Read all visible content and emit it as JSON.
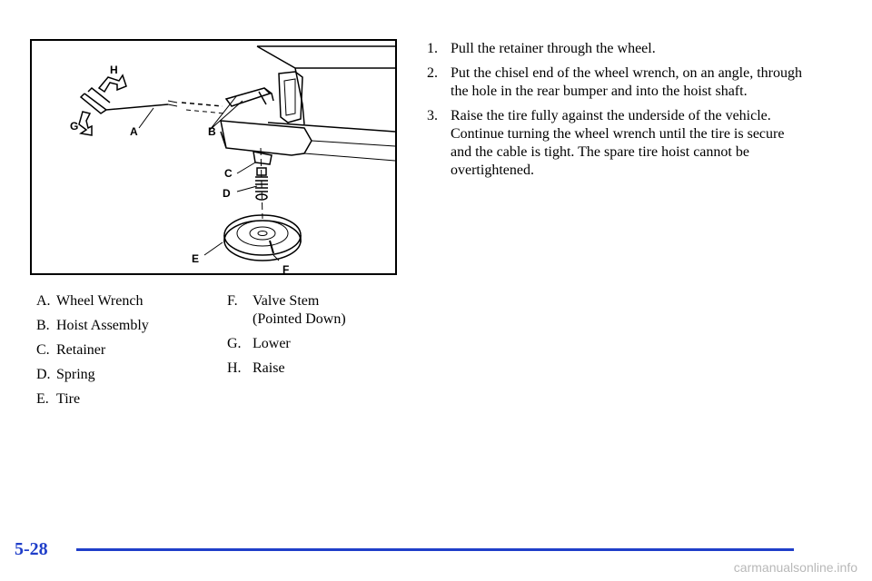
{
  "figure": {
    "labels": {
      "a": "A",
      "b": "B",
      "c": "C",
      "d": "D",
      "e": "E",
      "f": "F",
      "g": "G",
      "h": "H"
    }
  },
  "legend": {
    "left": [
      {
        "letter": "A.",
        "text": "Wheel Wrench"
      },
      {
        "letter": "B.",
        "text": "Hoist Assembly"
      },
      {
        "letter": "C.",
        "text": "Retainer"
      },
      {
        "letter": "D.",
        "text": "Spring"
      },
      {
        "letter": "E.",
        "text": "Tire"
      }
    ],
    "right": [
      {
        "letter": "F.",
        "text": "Valve Stem (Pointed Down)"
      },
      {
        "letter": "G.",
        "text": "Lower"
      },
      {
        "letter": "H.",
        "text": "Raise"
      }
    ]
  },
  "steps": [
    {
      "num": "1.",
      "text": "Pull the retainer through the wheel."
    },
    {
      "num": "2.",
      "text": "Put the chisel end of the wheel wrench, on an angle, through the hole in the rear bumper and into the hoist shaft."
    },
    {
      "num": "3.",
      "text": "Raise the tire fully against the underside of the vehicle. Continue turning the wheel wrench until the tire is secure and the cable is tight. The spare tire hoist cannot be overtightened."
    }
  ],
  "footer": {
    "page_number": "5-28",
    "watermark": "carmanualsonline.info",
    "accent_color": "#1f3ec9"
  }
}
